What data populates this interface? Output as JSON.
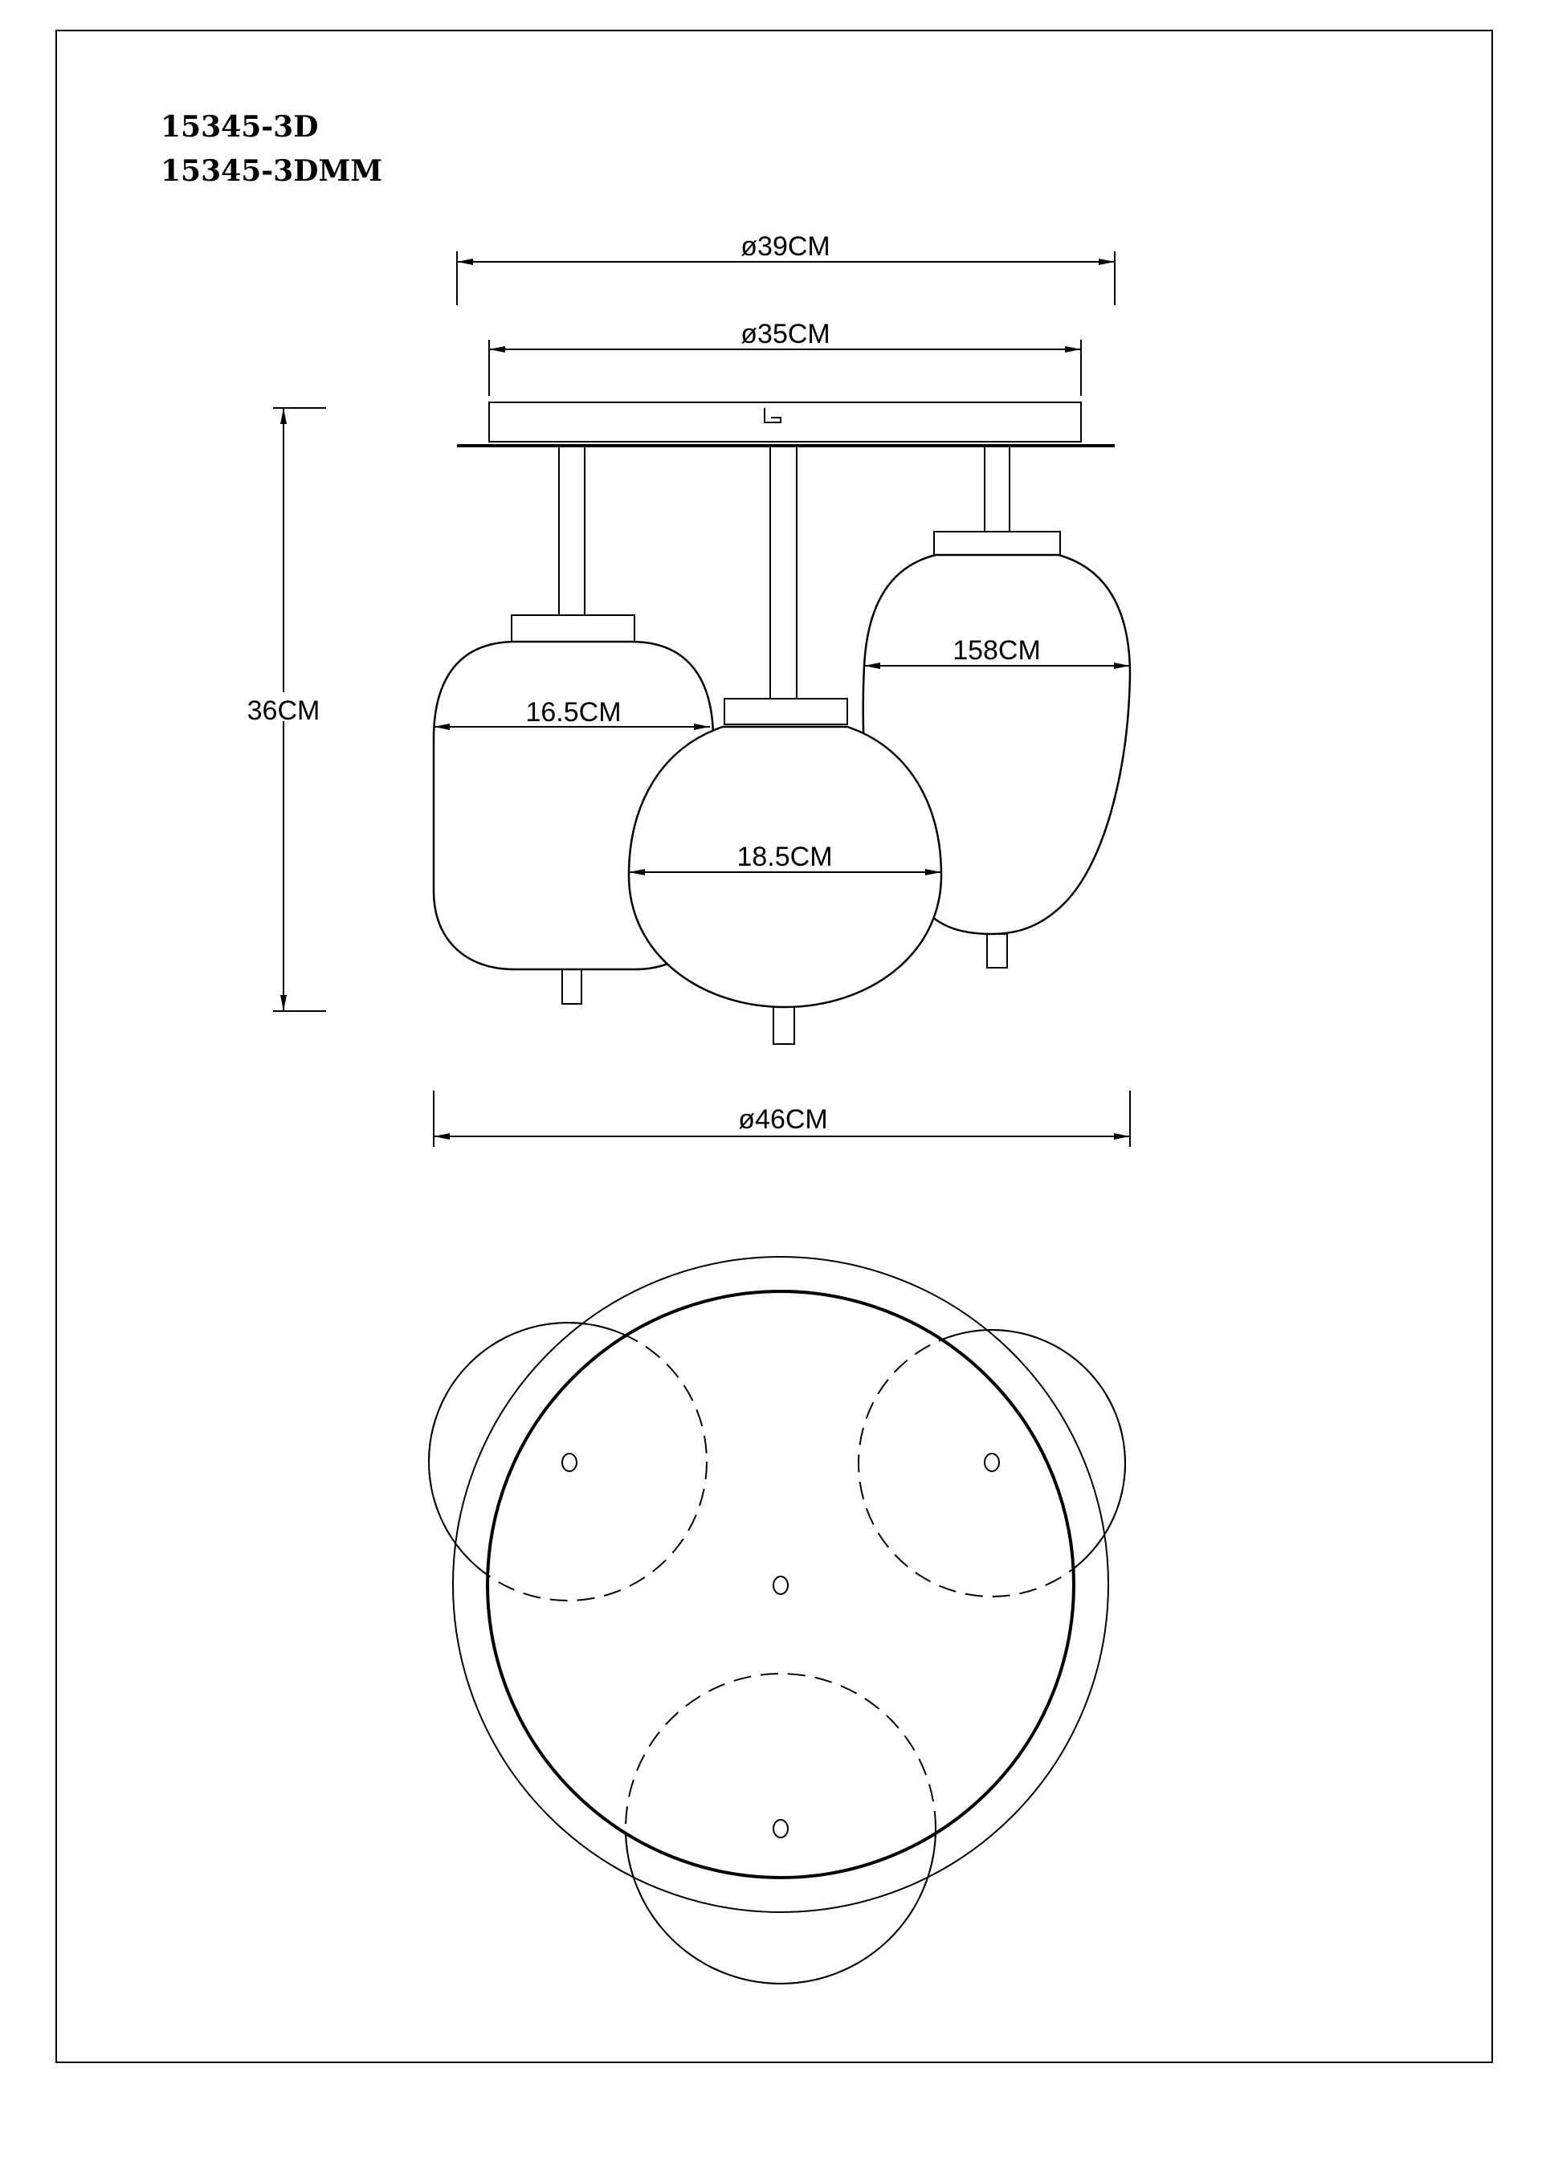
{
  "header": {
    "model_1": "15345-3D",
    "model_2": "15345-3DMM"
  },
  "dimensions": {
    "canopy_outer": "ø39CM",
    "canopy_inner": "ø35CM",
    "height": "36CM",
    "left_globe_width": "16.5CM",
    "middle_globe_width": "18.5CM",
    "right_globe_width": "158CM",
    "overall_width": "ø46CM"
  }
}
